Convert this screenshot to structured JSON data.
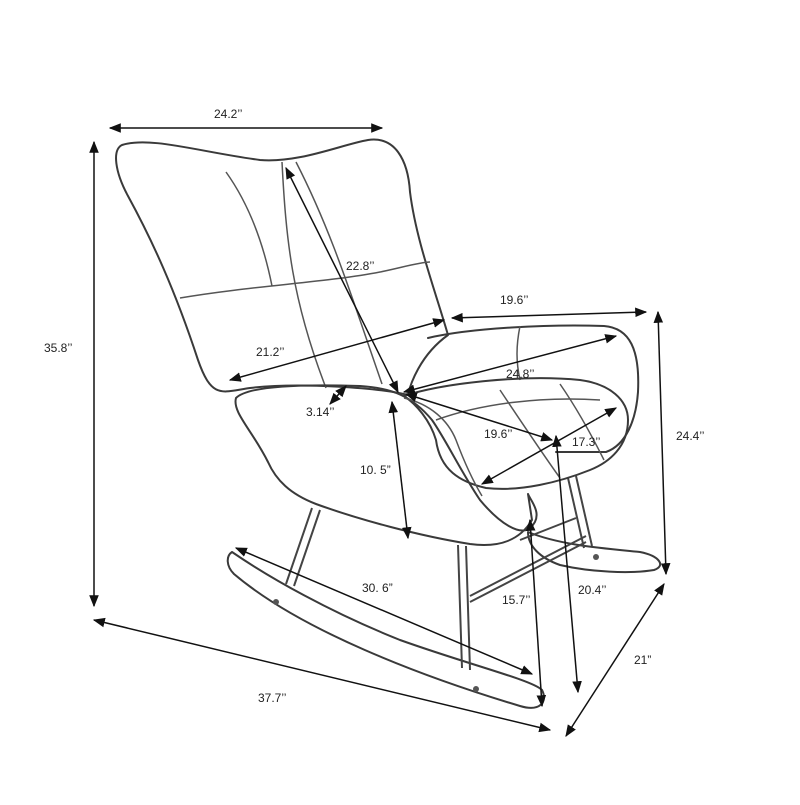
{
  "dimensions": {
    "top_width": "24.2’’",
    "overall_height": "35.8’’",
    "back_height": "22.8’’",
    "back_width": "21.2’’",
    "arm_width": "3.14’’",
    "arm_to_arm": "19.6’’",
    "seat_depth": "24.8’’",
    "seat_width": "19.6’’",
    "seat_front": "17.3’’",
    "arm_height": "10. 5”",
    "arm_top_height": "24.4’’",
    "rocker_length": "30. 6”",
    "seat_height": "15.7’’",
    "floor_to_arm": "20.4’’",
    "overall_depth": "21”",
    "overall_length": "37.7’’"
  }
}
